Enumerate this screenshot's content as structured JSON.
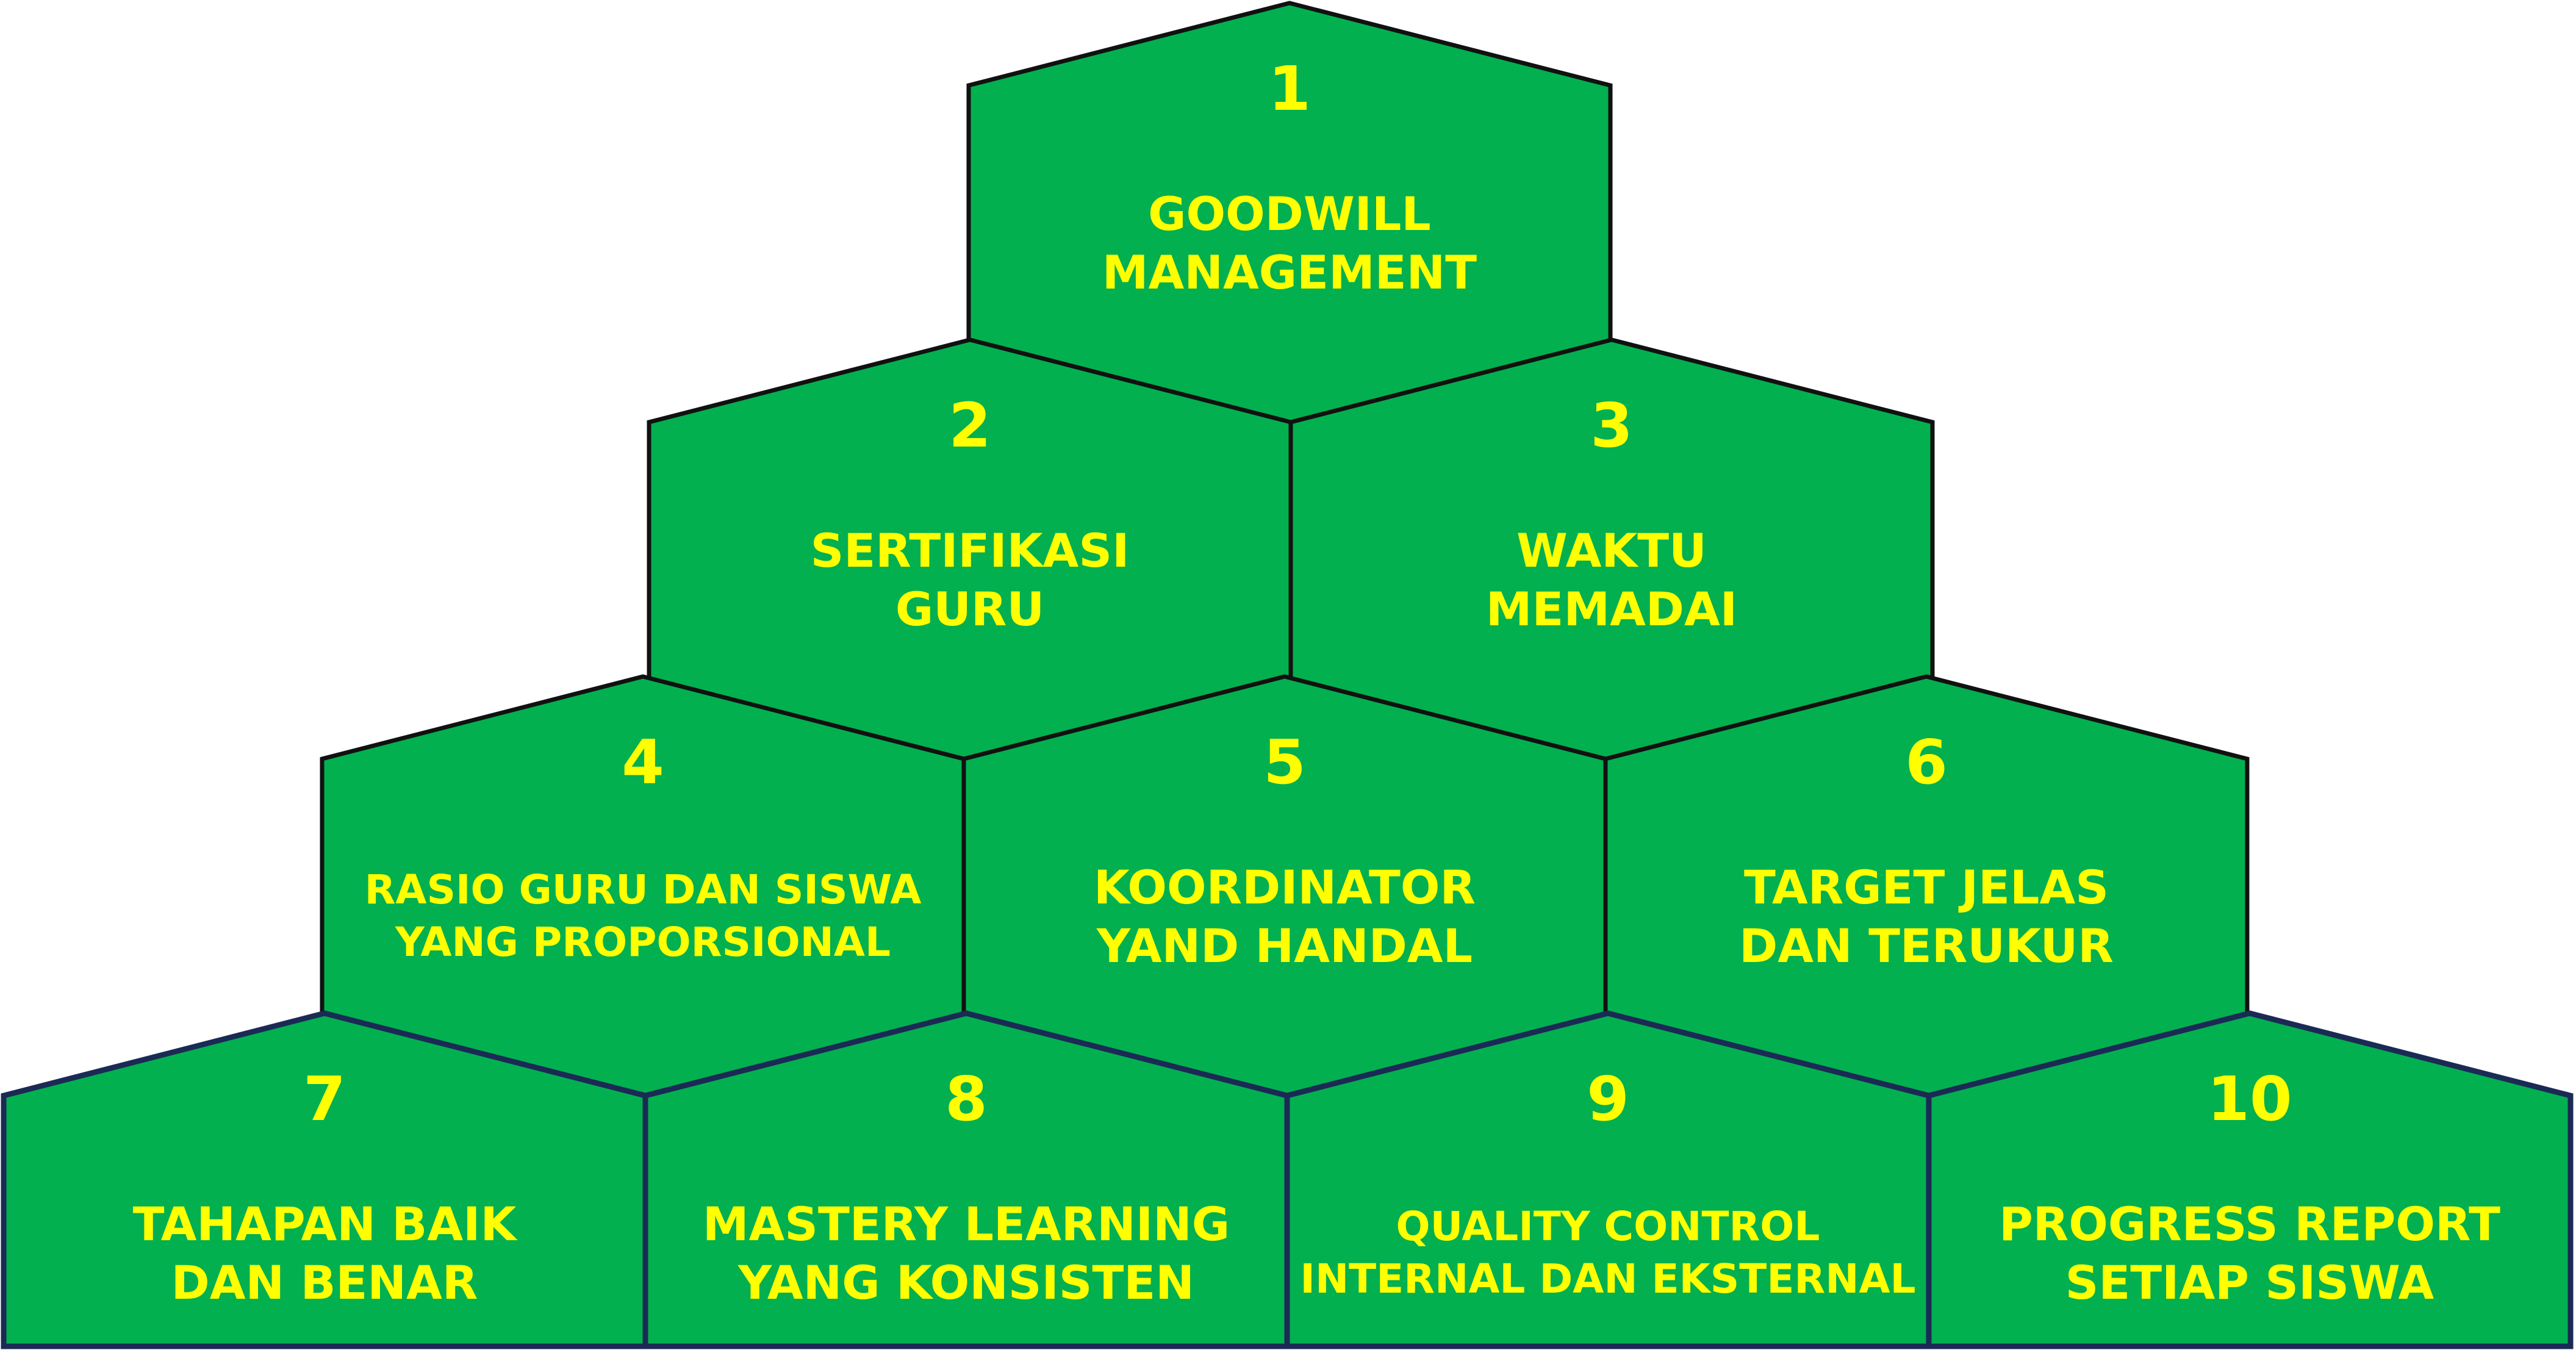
{
  "colors": {
    "fill": "#02b050",
    "text": "#ffff00",
    "outline": "#111111",
    "bottom_outline": "#1b2a55"
  },
  "blocks": [
    {
      "number": "1",
      "lines": [
        "GOODWILL",
        "MANAGEMENT"
      ]
    },
    {
      "number": "2",
      "lines": [
        "SERTIFIKASI",
        "GURU"
      ]
    },
    {
      "number": "3",
      "lines": [
        "WAKTU",
        "MEMADAI"
      ]
    },
    {
      "number": "4",
      "lines": [
        "RASIO GURU DAN SISWA",
        "YANG PROPORSIONAL"
      ]
    },
    {
      "number": "5",
      "lines": [
        "KOORDINATOR",
        "YAND HANDAL"
      ]
    },
    {
      "number": "6",
      "lines": [
        "TARGET JELAS",
        "DAN TERUKUR"
      ]
    },
    {
      "number": "7",
      "lines": [
        "TAHAPAN BAIK",
        "DAN BENAR"
      ]
    },
    {
      "number": "8",
      "lines": [
        "MASTERY LEARNING",
        "YANG KONSISTEN"
      ]
    },
    {
      "number": "9",
      "lines": [
        "QUALITY CONTROL",
        "INTERNAL DAN EKSTERNAL"
      ]
    },
    {
      "number": "10",
      "lines": [
        "PROGRESS REPORT",
        "SETIAP SISWA"
      ]
    }
  ]
}
